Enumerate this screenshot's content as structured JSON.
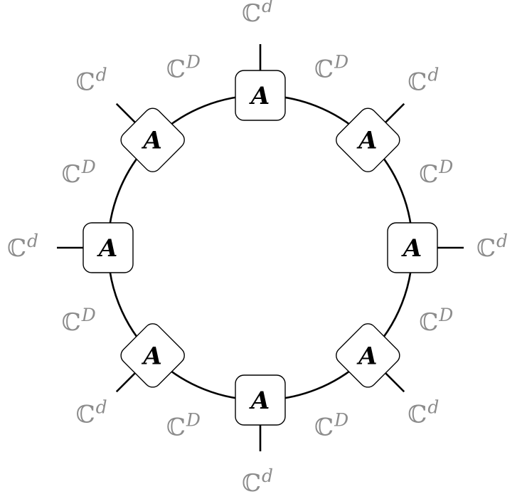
{
  "diagram": {
    "node_count": 8,
    "node_label": "A",
    "physical_space": {
      "base": "ℂ",
      "exponent": "d"
    },
    "bond_space": {
      "base": "ℂ",
      "exponent": "D"
    },
    "colors": {
      "lines": "#000000",
      "node_fill": "#ffffff",
      "space_labels": "#8c8c8c"
    }
  }
}
